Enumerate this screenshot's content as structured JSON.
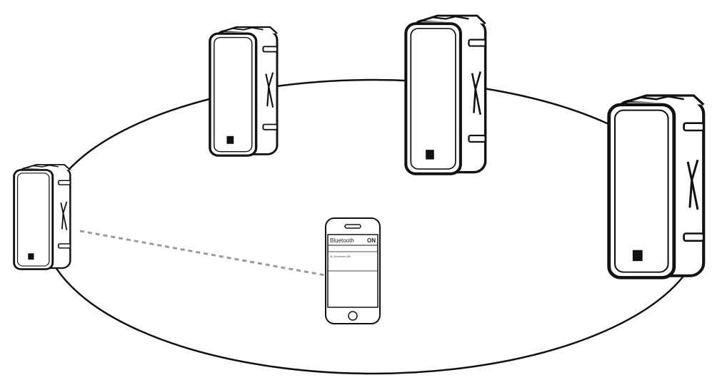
{
  "phone": {
    "bluetooth_label": "Bluetooth",
    "bluetooth_state": "ON",
    "device_name": "AL Stockholm 280"
  },
  "speakers": [
    {
      "name": "speaker-left"
    },
    {
      "name": "speaker-back-left"
    },
    {
      "name": "speaker-back-right"
    },
    {
      "name": "speaker-right"
    }
  ],
  "colors": {
    "outline": "#111111",
    "connection_line": "#9a9a9a"
  }
}
